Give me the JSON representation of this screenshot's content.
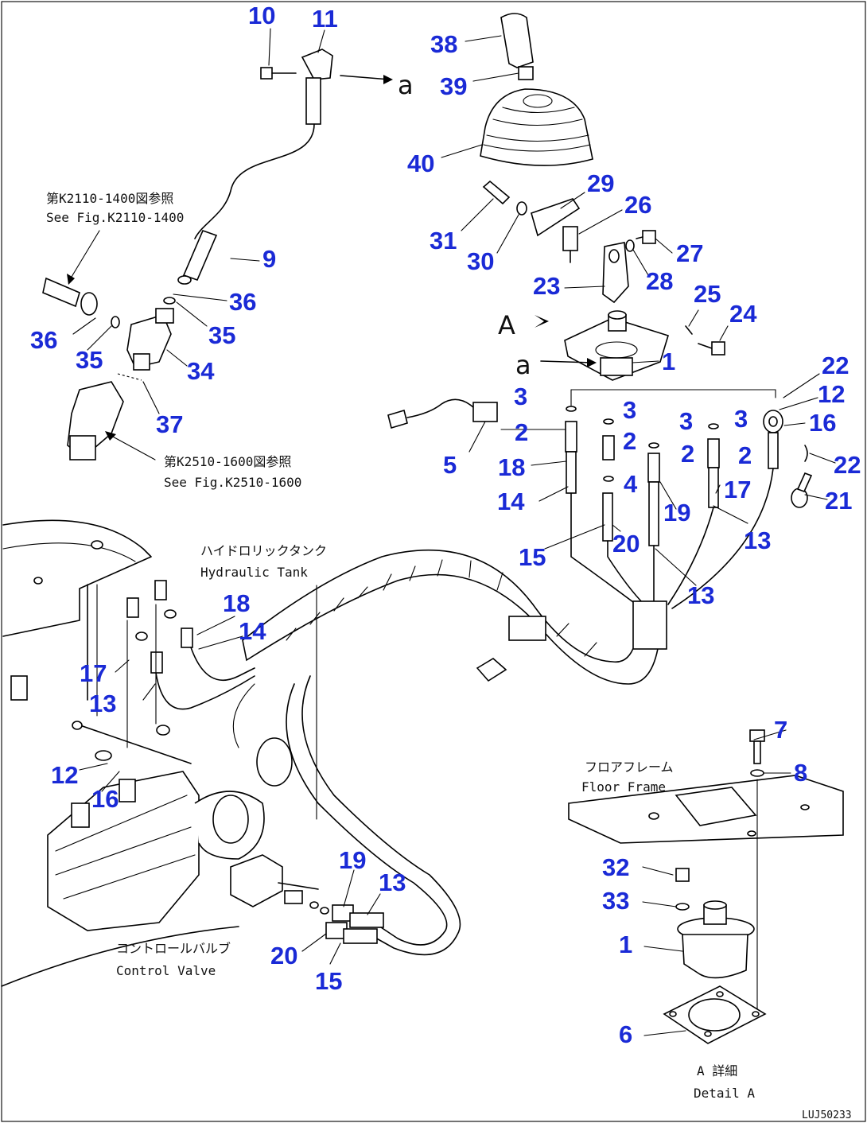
{
  "callouts": [
    {
      "id": "10",
      "label": "10"
    },
    {
      "id": "11",
      "label": "11"
    },
    {
      "id": "38",
      "label": "38"
    },
    {
      "id": "39",
      "label": "39"
    },
    {
      "id": "40",
      "label": "40"
    },
    {
      "id": "29",
      "label": "29"
    },
    {
      "id": "26",
      "label": "26"
    },
    {
      "id": "31",
      "label": "31"
    },
    {
      "id": "30",
      "label": "30"
    },
    {
      "id": "27",
      "label": "27"
    },
    {
      "id": "28",
      "label": "28"
    },
    {
      "id": "23",
      "label": "23"
    },
    {
      "id": "25",
      "label": "25"
    },
    {
      "id": "24",
      "label": "24"
    },
    {
      "id": "9",
      "label": "9"
    },
    {
      "id": "36a",
      "label": "36"
    },
    {
      "id": "36b",
      "label": "36"
    },
    {
      "id": "35a",
      "label": "35"
    },
    {
      "id": "35b",
      "label": "35"
    },
    {
      "id": "34",
      "label": "34"
    },
    {
      "id": "37",
      "label": "37"
    },
    {
      "id": "1a",
      "label": "1"
    },
    {
      "id": "22a",
      "label": "22"
    },
    {
      "id": "12a",
      "label": "12"
    },
    {
      "id": "3a",
      "label": "3"
    },
    {
      "id": "3b",
      "label": "3"
    },
    {
      "id": "3c",
      "label": "3"
    },
    {
      "id": "3d",
      "label": "3"
    },
    {
      "id": "2a",
      "label": "2"
    },
    {
      "id": "2b",
      "label": "2"
    },
    {
      "id": "2c",
      "label": "2"
    },
    {
      "id": "2d",
      "label": "2"
    },
    {
      "id": "16a",
      "label": "16"
    },
    {
      "id": "22b",
      "label": "22"
    },
    {
      "id": "5",
      "label": "5"
    },
    {
      "id": "18a",
      "label": "18"
    },
    {
      "id": "4",
      "label": "4"
    },
    {
      "id": "17a",
      "label": "17"
    },
    {
      "id": "21",
      "label": "21"
    },
    {
      "id": "14a",
      "label": "14"
    },
    {
      "id": "19a",
      "label": "19"
    },
    {
      "id": "20a",
      "label": "20"
    },
    {
      "id": "13a",
      "label": "13"
    },
    {
      "id": "15a",
      "label": "15"
    },
    {
      "id": "13b",
      "label": "13"
    },
    {
      "id": "18b",
      "label": "18"
    },
    {
      "id": "14b",
      "label": "14"
    },
    {
      "id": "17b",
      "label": "17"
    },
    {
      "id": "13c",
      "label": "13"
    },
    {
      "id": "7",
      "label": "7"
    },
    {
      "id": "8",
      "label": "8"
    },
    {
      "id": "12b",
      "label": "12"
    },
    {
      "id": "16b",
      "label": "16"
    },
    {
      "id": "32",
      "label": "32"
    },
    {
      "id": "33",
      "label": "33"
    },
    {
      "id": "1b",
      "label": "1"
    },
    {
      "id": "19b",
      "label": "19"
    },
    {
      "id": "13d",
      "label": "13"
    },
    {
      "id": "20b",
      "label": "20"
    },
    {
      "id": "15b",
      "label": "15"
    },
    {
      "id": "6",
      "label": "6"
    }
  ],
  "refs": {
    "a_top": "a",
    "a_mid": "a",
    "A_mark": "A"
  },
  "notes": {
    "ref_k2110_jp": "第K2110-1400図参照",
    "ref_k2110_en": "See Fig.K2110-1400",
    "ref_k2510_jp": "第K2510-1600図参照",
    "ref_k2510_en": "See Fig.K2510-1600",
    "tank_jp": "ハイドロリックタンク",
    "tank_en": "Hydraulic Tank",
    "floor_jp": "フロアフレーム",
    "floor_en": "Floor Frame",
    "valve_jp": "コントロールバルブ",
    "valve_en": "Control Valve",
    "detail_jp": "A 詳細",
    "detail_en": "Detail A",
    "drawing_no": "LUJ50233"
  }
}
